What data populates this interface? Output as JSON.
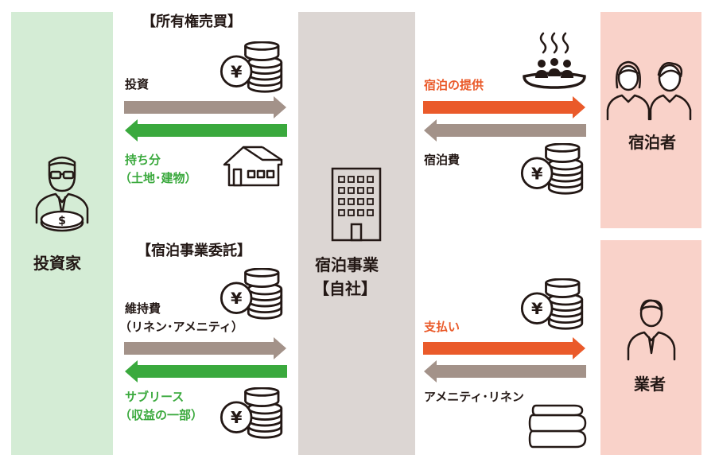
{
  "colors": {
    "investor_panel": "#d4ecd5",
    "center_panel": "#dcd6d3",
    "guest_panel": "#f9d2c9",
    "arrow_brown": "#a39289",
    "arrow_green": "#3aa93d",
    "arrow_orange": "#ea5a2a"
  },
  "investor": {
    "label": "投資家",
    "icon": "investor-with-coin-icon"
  },
  "center": {
    "line1": "宿泊事業",
    "line2": "【自社】",
    "icon": "building-icon"
  },
  "guest": {
    "label": "宿泊者",
    "icon": "guests-icon"
  },
  "vendor": {
    "label": "業者",
    "icon": "vendor-icon"
  },
  "ownership": {
    "title": "【所有権売買】",
    "invest_label": "投資",
    "share_line1": "持ち分",
    "share_line2": "（土地･建物）",
    "coin_icon": "yen-coins-icon",
    "house_icon": "house-icon"
  },
  "consignment": {
    "title": "【宿泊事業委託】",
    "maintenance_line1": "維持費",
    "maintenance_line2": "（リネン･アメニティ）",
    "sublease_line1": "サブリース",
    "sublease_line2": "（収益の一部）",
    "coin_icon": "yen-coins-icon"
  },
  "guest_flow": {
    "provide_label": "宿泊の提供",
    "fee_label": "宿泊費",
    "onsen_icon": "hot-spring-icon",
    "coin_icon": "yen-coins-icon"
  },
  "vendor_flow": {
    "payment_label": "支払い",
    "goods_label": "アメニティ･リネン",
    "coin_icon": "yen-coins-icon",
    "towel_icon": "towels-icon"
  }
}
